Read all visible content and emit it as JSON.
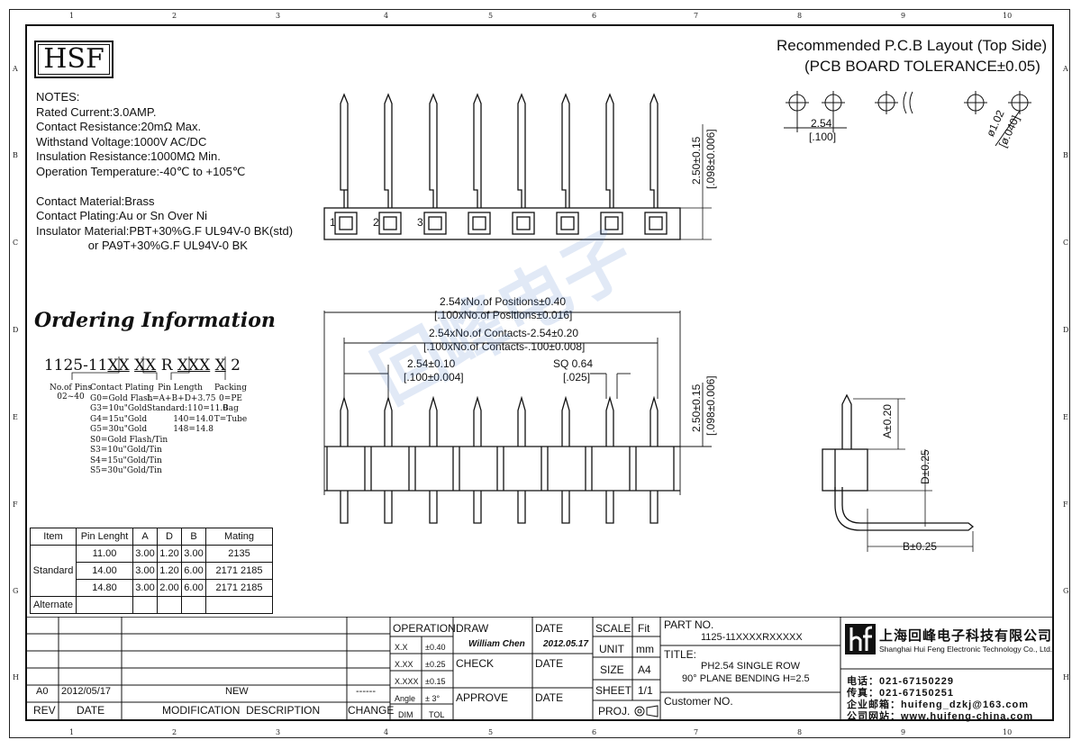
{
  "logo": "HSF",
  "zone_cols": [
    "1",
    "2",
    "3",
    "4",
    "5",
    "6",
    "7",
    "8",
    "9",
    "10"
  ],
  "zone_rows": [
    "A",
    "B",
    "C",
    "D",
    "E",
    "F",
    "G",
    "H"
  ],
  "pcb": {
    "title": "Recommended P.C.B Layout (Top Side)",
    "tolerance": "(PCB BOARD TOLERANCE±0.05)",
    "pitch": "2.54",
    "pitch_in": "[.100]",
    "hole": "ø1.02",
    "hole_in": "[ø.040]"
  },
  "notes": [
    "NOTES:",
    "Rated Current:3.0AMP.",
    "Contact Resistance:20mΩ Max.",
    "Withstand Voltage:1000V AC/DC",
    "Insulation Resistance:1000MΩ Min.",
    "Operation Temperature:-40℃ to +105℃",
    "",
    "Contact Material:Brass",
    "Contact Plating:Au or Sn Over Ni",
    "Insulator Material:PBT+30%G.F UL94V-0 BK(std)",
    "                or PA9T+30%G.F UL94V-0 BK"
  ],
  "top_view": {
    "pin_labels": [
      "1",
      "2",
      "3"
    ],
    "dim_height": "2.50±0.15",
    "dim_height_in": "[.098±0.006]"
  },
  "front_view": {
    "dim1": "2.54xNo.of Positions±0.40",
    "dim1_in": "[.100xNo.of Positions±0.016]",
    "dim2": "2.54xNo.of Contacts-2.54±0.20",
    "dim2_in": "[.100xNo.of Contacts-.100±0.008]",
    "dim3": "2.54±0.10",
    "dim3_in": "[.100±0.004]",
    "dim4": "SQ 0.64",
    "dim4_in": "[.025]",
    "dim_height": "2.50±0.15",
    "dim_height_in": "[.098±0.006]"
  },
  "side_view": {
    "a": "A±0.20",
    "d": "D±0.25",
    "b": "B±0.25"
  },
  "ordering": {
    "title": "Ordering Information",
    "code": [
      "1125-11",
      "XX",
      "XX",
      "R",
      "XXX",
      "X",
      "2"
    ],
    "pins_title": "No.of Pins",
    "pins_val": "02~40",
    "plating_title": "Contact Plating",
    "plating": [
      "G0=Gold Flash",
      "G3=10u\"Gold",
      "G4=15u\"Gold",
      "G5=30u\"Gold",
      "S0=Gold Flash/Tin",
      "S3=10u\"Gold/Tin",
      "S4=15u\"Gold/Tin",
      "S5=30u\"Gold/Tin"
    ],
    "length_title": "Pin Length",
    "length": [
      "L=A+B+D+3.75",
      "Standard:110=11.0",
      "140=14.0",
      "148=14.8"
    ],
    "pack_title": "Packing",
    "pack": [
      "0=PE Bag",
      "T=Tube"
    ]
  },
  "pin_table": {
    "headers": [
      "Item",
      "Pin Lenght",
      "A",
      "D",
      "B",
      "Mating"
    ],
    "group": "Standard",
    "rows": [
      [
        "11.00",
        "3.00",
        "1.20",
        "3.00",
        "2135"
      ],
      [
        "14.00",
        "3.00",
        "1.20",
        "6.00",
        "2171  2185"
      ],
      [
        "14.80",
        "3.00",
        "2.00",
        "6.00",
        "2171  2185"
      ]
    ],
    "alternate": "Alternate"
  },
  "revision": {
    "rev": "A0",
    "date": "2012/05/17",
    "desc": "NEW",
    "change": "------",
    "h_rev": "REV",
    "h_date": "DATE",
    "h_desc": "MODIFICATION  DESCRIPTION",
    "h_change": "CHANGE"
  },
  "title_block": {
    "operation": "OPERATION",
    "draw": "DRAW",
    "date_h": "DATE",
    "scale": "SCALE",
    "fit": "Fit",
    "drawer": "William Chen",
    "draw_date": "2012.05.17",
    "unit": "UNIT",
    "unit_val": "mm",
    "tol": [
      [
        "X.X",
        "±0.40"
      ],
      [
        "X.XX",
        "±0.25"
      ],
      [
        "X.XXX",
        "±0.15"
      ],
      [
        "Angle",
        "± 3°"
      ]
    ],
    "dim": "DIM",
    "tol_h": "TOL",
    "check": "CHECK",
    "approve": "APPROVE",
    "size": "SIZE",
    "size_val": "A4",
    "sheet": "SHEET",
    "sheet_val": "1/1",
    "proj": "PROJ.",
    "part_no_h": "PART NO.",
    "part_no": "1125-11XXXXRXXXXX",
    "title_h": "TITLE:",
    "title1": "PH2.54 SINGLE ROW",
    "title2": "90° PLANE BENDING H=2.5",
    "customer": "Customer NO.",
    "company_cn": "上海回峰电子科技有限公司",
    "company_en": "Shanghai Hui Feng Electronic Technology Co., Ltd.",
    "tel": "电话：021-67150229",
    "fax": "传真：021-67150251",
    "email": "企业邮箱：huifeng_dzkj@163.com",
    "web": "公司网站：www.huifeng-china.com"
  },
  "watermark": "回峰电子"
}
